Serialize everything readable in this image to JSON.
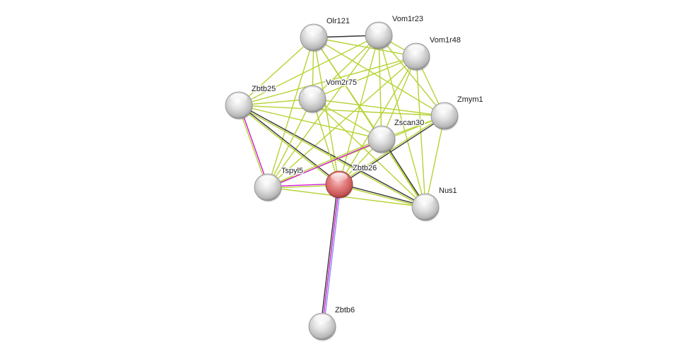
{
  "diagram": {
    "type": "protein-interaction-network",
    "center_node": "Zbtb26",
    "colors": {
      "node_default": "#d4d4d4",
      "node_center": "#d96b6b",
      "edge_textmining": "#b5d334",
      "edge_coexpression": "#333333",
      "edge_experimental": "#d31ad3",
      "edge_database": "#8a8af5"
    },
    "nodes": [
      {
        "id": "Olr121",
        "label": "Olr121"
      },
      {
        "id": "Vom1r23",
        "label": "Vom1r23"
      },
      {
        "id": "Vom1r48",
        "label": "Vom1r48"
      },
      {
        "id": "Zbtb25",
        "label": "Zbtb25"
      },
      {
        "id": "Vom2r75",
        "label": "Vom2r75"
      },
      {
        "id": "Zmym1",
        "label": "Zmym1"
      },
      {
        "id": "Zscan30",
        "label": "Zscan30"
      },
      {
        "id": "Tspyl5",
        "label": "Tspyl5"
      },
      {
        "id": "Zbtb26",
        "label": "Zbtb26"
      },
      {
        "id": "Nus1",
        "label": "Nus1"
      },
      {
        "id": "Zbtb6",
        "label": "Zbtb6"
      }
    ],
    "edges": [
      {
        "a": "Olr121",
        "b": "Vom1r23",
        "types": [
          "coexpression"
        ]
      },
      {
        "a": "Olr121",
        "b": "Zbtb25",
        "types": [
          "textmining"
        ]
      },
      {
        "a": "Olr121",
        "b": "Vom2r75",
        "types": [
          "textmining"
        ]
      },
      {
        "a": "Olr121",
        "b": "Zmym1",
        "types": [
          "textmining"
        ]
      },
      {
        "a": "Olr121",
        "b": "Zscan30",
        "types": [
          "textmining"
        ]
      },
      {
        "a": "Olr121",
        "b": "Tspyl5",
        "types": [
          "textmining"
        ]
      },
      {
        "a": "Olr121",
        "b": "Zbtb26",
        "types": [
          "textmining"
        ]
      },
      {
        "a": "Olr121",
        "b": "Nus1",
        "types": [
          "textmining"
        ]
      },
      {
        "a": "Olr121",
        "b": "Vom1r48",
        "types": [
          "textmining"
        ]
      },
      {
        "a": "Vom1r23",
        "b": "Vom1r48",
        "types": [
          "textmining"
        ]
      },
      {
        "a": "Vom1r23",
        "b": "Zbtb25",
        "types": [
          "textmining"
        ]
      },
      {
        "a": "Vom1r23",
        "b": "Vom2r75",
        "types": [
          "textmining"
        ]
      },
      {
        "a": "Vom1r23",
        "b": "Zmym1",
        "types": [
          "textmining"
        ]
      },
      {
        "a": "Vom1r23",
        "b": "Zscan30",
        "types": [
          "textmining"
        ]
      },
      {
        "a": "Vom1r23",
        "b": "Tspyl5",
        "types": [
          "textmining"
        ]
      },
      {
        "a": "Vom1r23",
        "b": "Zbtb26",
        "types": [
          "textmining"
        ]
      },
      {
        "a": "Vom1r23",
        "b": "Nus1",
        "types": [
          "textmining"
        ]
      },
      {
        "a": "Vom1r48",
        "b": "Zbtb25",
        "types": [
          "textmining"
        ]
      },
      {
        "a": "Vom1r48",
        "b": "Vom2r75",
        "types": [
          "textmining"
        ]
      },
      {
        "a": "Vom1r48",
        "b": "Zmym1",
        "types": [
          "textmining"
        ]
      },
      {
        "a": "Vom1r48",
        "b": "Zscan30",
        "types": [
          "textmining"
        ]
      },
      {
        "a": "Vom1r48",
        "b": "Tspyl5",
        "types": [
          "textmining"
        ]
      },
      {
        "a": "Vom1r48",
        "b": "Zbtb26",
        "types": [
          "textmining"
        ]
      },
      {
        "a": "Vom1r48",
        "b": "Nus1",
        "types": [
          "textmining"
        ]
      },
      {
        "a": "Zbtb25",
        "b": "Vom2r75",
        "types": [
          "textmining"
        ]
      },
      {
        "a": "Zbtb25",
        "b": "Zmym1",
        "types": [
          "textmining"
        ]
      },
      {
        "a": "Zbtb25",
        "b": "Zscan30",
        "types": [
          "textmining"
        ]
      },
      {
        "a": "Zbtb25",
        "b": "Tspyl5",
        "types": [
          "experimental",
          "textmining"
        ]
      },
      {
        "a": "Zbtb25",
        "b": "Zbtb26",
        "types": [
          "coexpression",
          "textmining"
        ]
      },
      {
        "a": "Zbtb25",
        "b": "Nus1",
        "types": [
          "coexpression",
          "textmining"
        ]
      },
      {
        "a": "Vom2r75",
        "b": "Zmym1",
        "types": [
          "textmining"
        ]
      },
      {
        "a": "Vom2r75",
        "b": "Zscan30",
        "types": [
          "textmining"
        ]
      },
      {
        "a": "Vom2r75",
        "b": "Tspyl5",
        "types": [
          "textmining"
        ]
      },
      {
        "a": "Vom2r75",
        "b": "Zbtb26",
        "types": [
          "textmining"
        ]
      },
      {
        "a": "Vom2r75",
        "b": "Nus1",
        "types": [
          "textmining"
        ]
      },
      {
        "a": "Zmym1",
        "b": "Zscan30",
        "types": [
          "textmining"
        ]
      },
      {
        "a": "Zmym1",
        "b": "Tspyl5",
        "types": [
          "textmining"
        ]
      },
      {
        "a": "Zmym1",
        "b": "Zbtb26",
        "types": [
          "coexpression",
          "textmining"
        ]
      },
      {
        "a": "Zmym1",
        "b": "Nus1",
        "types": [
          "textmining"
        ]
      },
      {
        "a": "Zscan30",
        "b": "Tspyl5",
        "types": [
          "experimental",
          "textmining"
        ]
      },
      {
        "a": "Zscan30",
        "b": "Zbtb26",
        "types": [
          "textmining"
        ]
      },
      {
        "a": "Zscan30",
        "b": "Nus1",
        "types": [
          "coexpression",
          "textmining"
        ]
      },
      {
        "a": "Tspyl5",
        "b": "Zbtb26",
        "types": [
          "experimental",
          "textmining"
        ]
      },
      {
        "a": "Tspyl5",
        "b": "Nus1",
        "types": [
          "textmining"
        ]
      },
      {
        "a": "Zbtb26",
        "b": "Nus1",
        "types": [
          "coexpression",
          "textmining"
        ]
      },
      {
        "a": "Zbtb26",
        "b": "Zbtb6",
        "types": [
          "database",
          "experimental",
          "coexpression"
        ]
      }
    ]
  }
}
